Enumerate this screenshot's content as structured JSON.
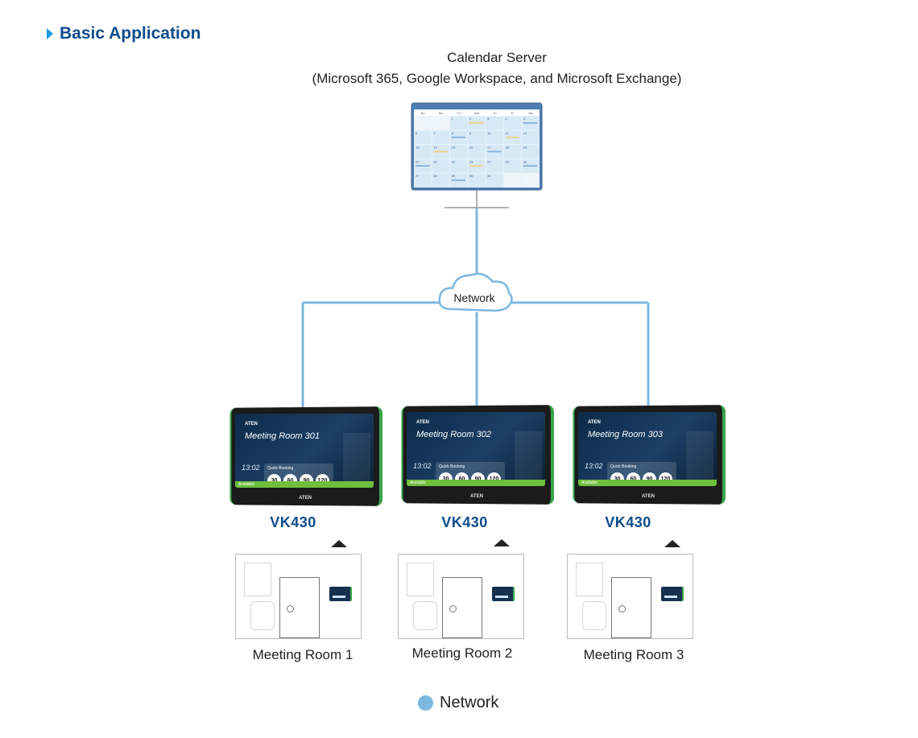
{
  "heading": "Basic Application",
  "server": {
    "line1": "Calendar Server",
    "line2": "(Microsoft 365, Google Workspace, and Microsoft Exchange)"
  },
  "calendar": {
    "days": [
      "Su",
      "Mo",
      "Tu",
      "We",
      "Th",
      "Fr",
      "Sa"
    ],
    "dates": [
      [
        "",
        "",
        "1",
        "2",
        "3",
        "4",
        "5"
      ],
      [
        "6",
        "7",
        "8",
        "9",
        "10",
        "11",
        "12"
      ],
      [
        "13",
        "14",
        "15",
        "16",
        "17",
        "18",
        "19"
      ],
      [
        "20",
        "21",
        "22",
        "23",
        "24",
        "25",
        "26"
      ],
      [
        "27",
        "28",
        "29",
        "30",
        "31",
        "",
        ""
      ]
    ]
  },
  "network_cloud_label": "Network",
  "colors": {
    "network_line": "#7cb8e0",
    "brand_blue": "#0d4c8c",
    "bezel_green": "#3aa54a"
  },
  "devices": [
    {
      "model": "VK430",
      "brand": "ATEN",
      "screen_room": "Meeting Room 301",
      "time": "13:02",
      "quick_booking_label": "Quick Booking",
      "buttons": [
        "30",
        "60",
        "90",
        "120"
      ],
      "status": "Available",
      "room_label": "Meeting Room 1"
    },
    {
      "model": "VK430",
      "brand": "ATEN",
      "screen_room": "Meeting Room 302",
      "time": "13:02",
      "quick_booking_label": "Quick Booking",
      "buttons": [
        "30",
        "60",
        "90",
        "120"
      ],
      "status": "Available",
      "room_label": "Meeting Room 2"
    },
    {
      "model": "VK430",
      "brand": "ATEN",
      "screen_room": "Meeting Room 303",
      "time": "13:02",
      "quick_booking_label": "Quick Booking",
      "buttons": [
        "30",
        "60",
        "90",
        "120"
      ],
      "status": "Available",
      "room_label": "Meeting Room 3"
    }
  ],
  "legend": {
    "label": "Network",
    "icon": "network-dot-icon"
  }
}
